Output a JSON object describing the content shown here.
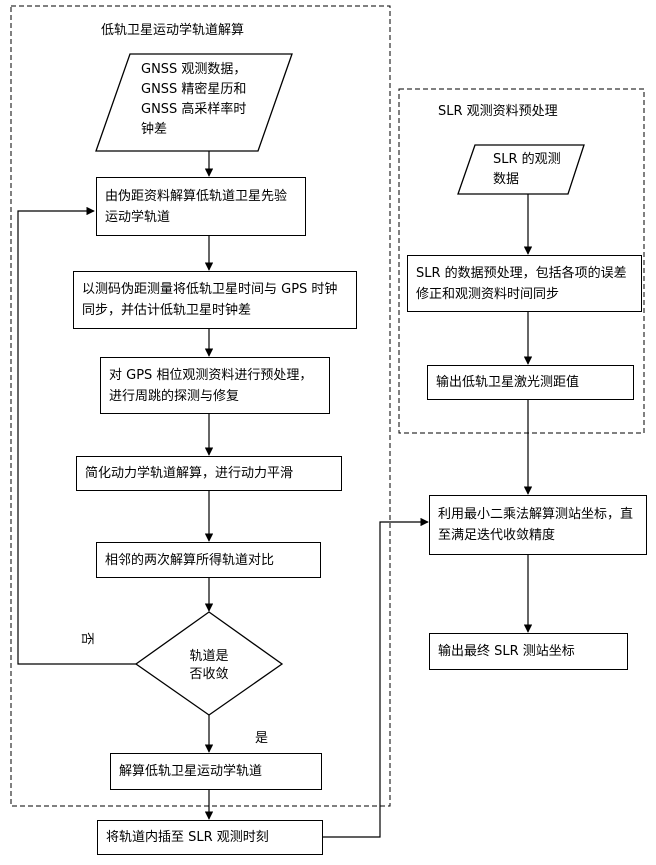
{
  "left_group": {
    "title": "低轨卫星运动学轨道解算",
    "input": "GNSS 观测数据，\nGNSS 精密星历和\nGNSS 高采样率时\n钟差",
    "steps": [
      "由伪距资料解算低轨道卫星先验运动学轨道",
      "以测码伪距测量将低轨卫星时间与 GPS 时钟同步，并估计低轨卫星时钟差",
      "对 GPS 相位观测资料进行预处理，进行周跳的探测与修复",
      "简化动力学轨道解算，进行动力平滑",
      "相邻的两次解算所得轨道对比"
    ],
    "decision": "轨道是\n否收敛",
    "no_label": "否",
    "yes_label": "是",
    "result": "解算低轨卫星运动学轨道"
  },
  "interp": "将轨道内插至 SLR 观测时刻",
  "right_group": {
    "title": "SLR 观测资料预处理",
    "input": "SLR 的观测\n数据",
    "steps": [
      "SLR 的数据预处理，包括各项的误差修正和观测资料时间同步",
      "输出低轨卫星激光测距值"
    ]
  },
  "solve": "利用最小二乘法解算测站坐标，直至满足迭代收敛精度",
  "output": "输出最终 SLR 测站坐标"
}
